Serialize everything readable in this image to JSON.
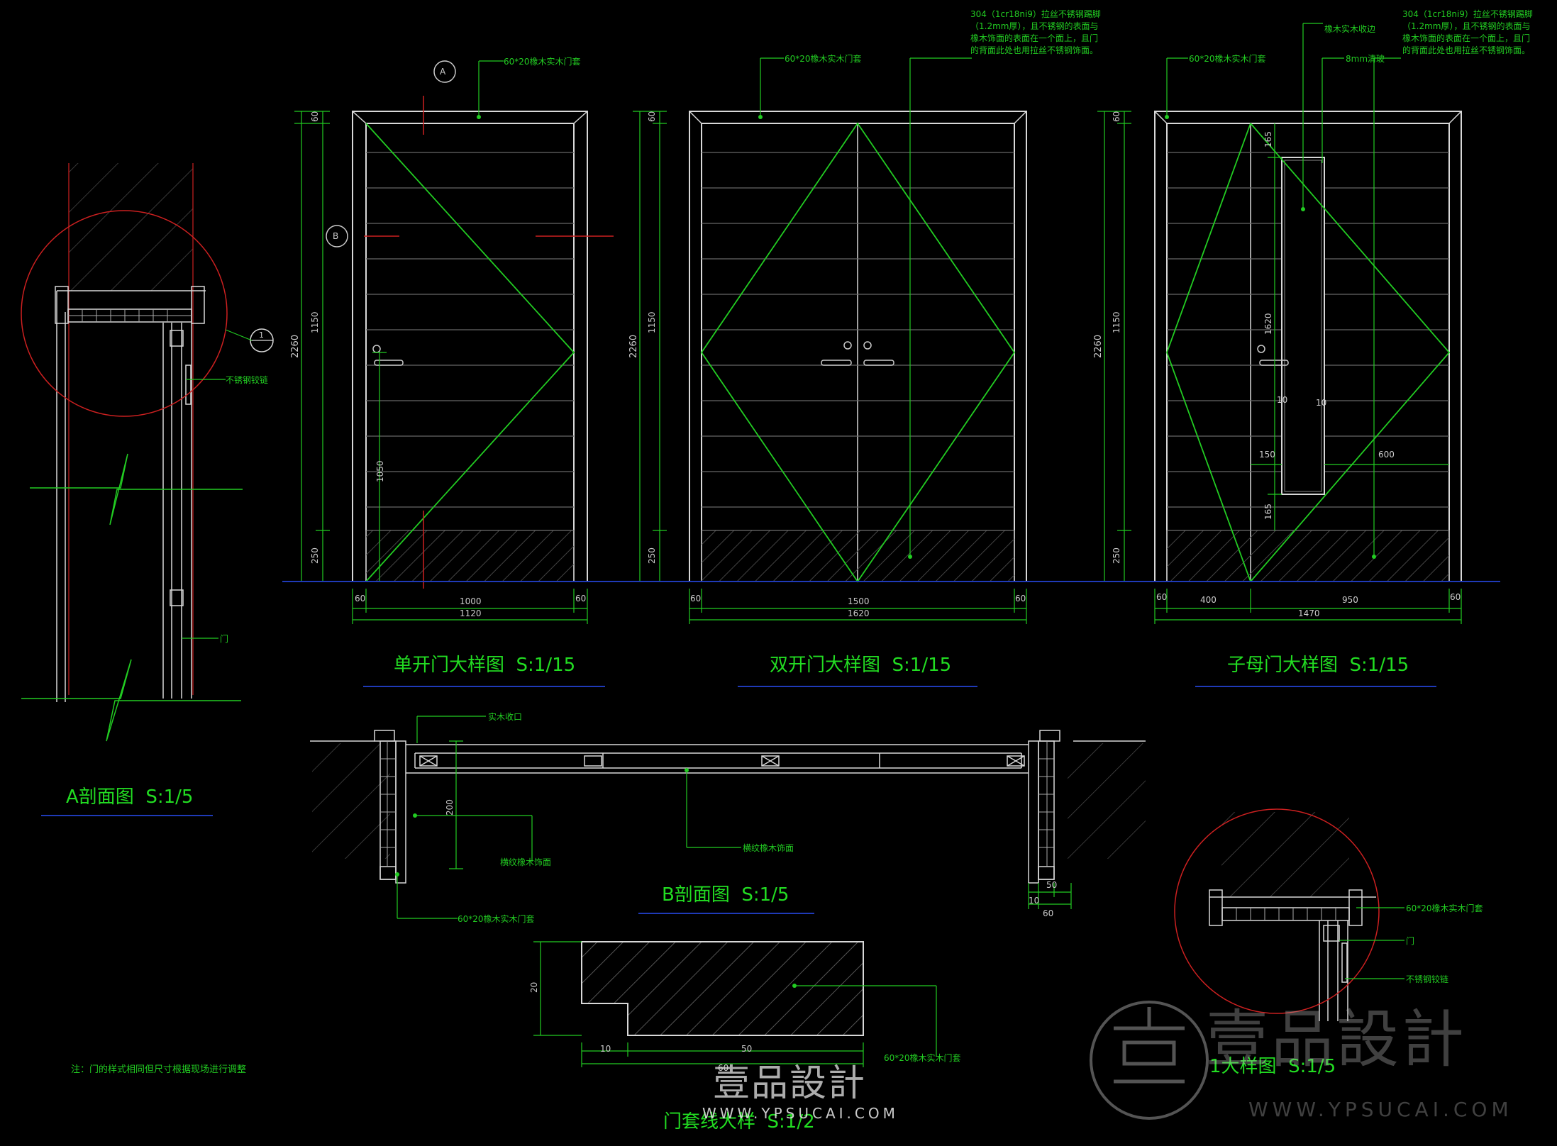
{
  "colors": {
    "background": "#000000",
    "line": "#22cc22",
    "frame": "#d8d8d8",
    "red": "#cc2020",
    "blue": "#1f3ab8",
    "title": "#22dd22",
    "hatch": "#3a3a3a"
  },
  "views": {
    "single_door": {
      "title": "单开门大样图  S:1/15",
      "callout_top": "60*20橡木实木门套",
      "dim_total_h": "2260",
      "dim_top": "60",
      "dim_mid": "1150",
      "dim_base": "250",
      "dim_handle": "1050",
      "dim_w_left": "60",
      "dim_w_inner": "1000",
      "dim_w_right": "60",
      "dim_w_total": "1120",
      "marker_a": "A",
      "marker_b": "B"
    },
    "double_door": {
      "title": "双开门大样图  S:1/15",
      "callout_top": "60*20橡木实木门套",
      "note": "304（1cr18ni9）拉丝不锈钢踢脚（1.2mm厚），且不锈钢的表面与橡木饰面的表面在一个面上，且门的背面此处也用拉丝不锈钢饰面。",
      "dim_total_h": "2260",
      "dim_top": "60",
      "dim_mid": "1150",
      "dim_base": "250",
      "dim_w_left": "60",
      "dim_w_inner": "1500",
      "dim_w_right": "60",
      "dim_w_total": "1620"
    },
    "mother_son_door": {
      "title": "子母门大样图  S:1/15",
      "callout_top": "60*20橡木实木门套",
      "callout_edge": "橡木实木收边",
      "callout_glass": "8mm清玻",
      "note": "304（1cr18ni9）拉丝不锈钢踢脚（1.2mm厚），且不锈钢的表面与橡木饰面的表面在一个面上，且门的背面此处也用拉丝不锈钢饰面。",
      "dim_total_h": "2260",
      "dim_top": "60",
      "dim_mid": "1150",
      "dim_base": "250",
      "dim_glass_top": "165",
      "dim_glass_h": "1620",
      "dim_glass_bottom": "165",
      "dim_side_left": "10",
      "dim_side_right": "10",
      "dim_offset_left": "150",
      "dim_offset_right": "600",
      "dim_w_left": "60",
      "dim_w_leaf_small": "400",
      "dim_w_leaf_big": "950",
      "dim_w_right": "60",
      "dim_w_total": "1470"
    },
    "section_a": {
      "title": "A剖面图  S:1/5",
      "label_hinge": "不锈钢铰链",
      "label_door": "门",
      "marker": "1"
    },
    "section_b": {
      "title": "B剖面图  S:1/5",
      "label_top": "实木收口",
      "label_left": "横纹橡木饰面",
      "label_center": "横纹橡木饰面",
      "label_bottom": "60*20橡木实木门套",
      "dim_thickness": "200",
      "dim_r1": "50",
      "dim_r2": "10",
      "dim_r3": "60"
    },
    "trim_detail": {
      "title": "门套线大样  S:1/2",
      "label": "60*20橡木实木门套",
      "dim_h": "20",
      "dim_left": "10",
      "dim_mid": "50",
      "dim_total": "60"
    },
    "detail_1": {
      "title": "1大样图  S:1/5",
      "label_trim": "60*20橡木实木门套",
      "label_door": "门",
      "label_hinge": "不锈钢铰链"
    }
  },
  "note": "注：门的样式相同但尺寸根据现场进行调整",
  "watermark": {
    "brand": "壹品設計",
    "url": "WWW.YPSUCAI.COM"
  }
}
